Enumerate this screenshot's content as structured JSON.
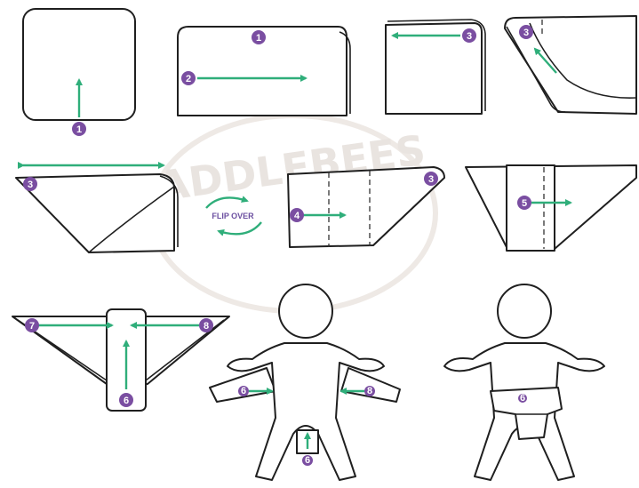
{
  "watermark": {
    "text": "ADDLEBEES"
  },
  "colors": {
    "arrow": "#2fae7a",
    "badge": "#7a4ea1",
    "outline": "#1f1f1f"
  },
  "flip": {
    "label": "FLIP OVER"
  },
  "steps": {
    "s1": "1",
    "s2": "2",
    "s3": "3",
    "s4": "4",
    "s5": "5",
    "s6": "6",
    "s7": "7",
    "s8": "8"
  }
}
